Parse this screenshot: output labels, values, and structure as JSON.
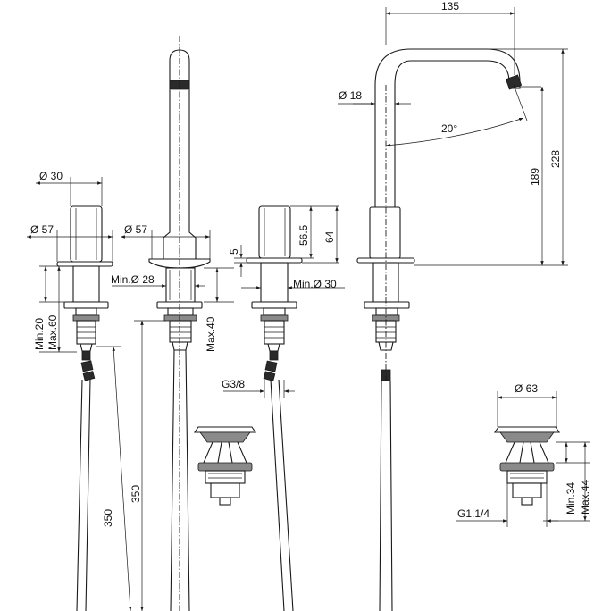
{
  "labels": {
    "d30_handle_left": "Ø 30",
    "d57_left": "Ø 57",
    "d57_spout": "Ø 57",
    "min_d28": "Min.Ø 28",
    "min_d30": "Min.Ø 30",
    "d18": "Ø 18",
    "d63": "Ø 63",
    "dim_135": "135",
    "angle_20": "20°",
    "dim_189": "189",
    "dim_228": "228",
    "dim_56_5": "56.5",
    "dim_64": "64",
    "dim_5": "5",
    "min20": "Min.20",
    "max60": "Max.60",
    "max40": "Max.40",
    "g3_8": "G3/8",
    "g1_1_4": "G1.1/4",
    "min34": "Min.34",
    "max44": "Max.44",
    "dim_350_left": "350",
    "dim_350_mid": "350"
  }
}
